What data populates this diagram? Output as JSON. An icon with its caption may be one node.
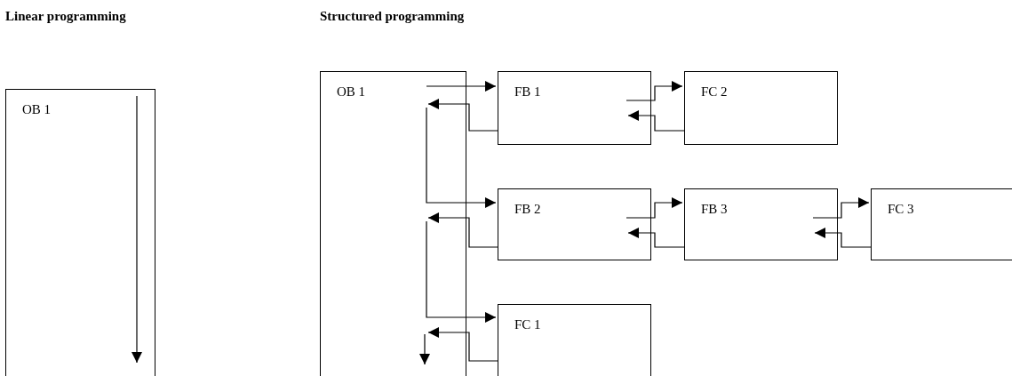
{
  "diagram": {
    "nodes": [
      {
        "text": [
          "OB 1"
        ]
      },
      {
        "text": [
          "OB 1"
        ]
      },
      {
        "text": [
          "FB 1"
        ]
      },
      {
        "text": [
          "FC 2"
        ]
      },
      {
        "text": [
          "FB 2"
        ]
      },
      {
        "text": [
          "FB 3"
        ]
      },
      {
        "text": [
          "FC 3"
        ]
      },
      {
        "text": [
          "FC 1"
        ]
      }
    ],
    "edges": [
      {
        "from": 1,
        "to": 2,
        "arrow": "to"
      },
      {
        "from": 2,
        "to": 1,
        "arrow": "to"
      },
      {
        "from": 1,
        "to": 4,
        "arrow": "to"
      },
      {
        "from": 4,
        "to": 1,
        "arrow": "to"
      },
      {
        "from": 1,
        "to": 7,
        "arrow": "to"
      },
      {
        "from": 7,
        "to": 1,
        "arrow": "to"
      },
      {
        "from": 2,
        "to": 3,
        "arrow": "to"
      },
      {
        "from": 3,
        "to": 2,
        "arrow": "to"
      },
      {
        "from": 4,
        "to": 5,
        "arrow": "to"
      },
      {
        "from": 5,
        "to": 4,
        "arrow": "to"
      },
      {
        "from": 5,
        "to": 6,
        "arrow": "to"
      },
      {
        "from": 6,
        "to": 5,
        "arrow": "to"
      }
    ],
    "labels": [
      "Linear programming",
      "Structured programming"
    ]
  }
}
